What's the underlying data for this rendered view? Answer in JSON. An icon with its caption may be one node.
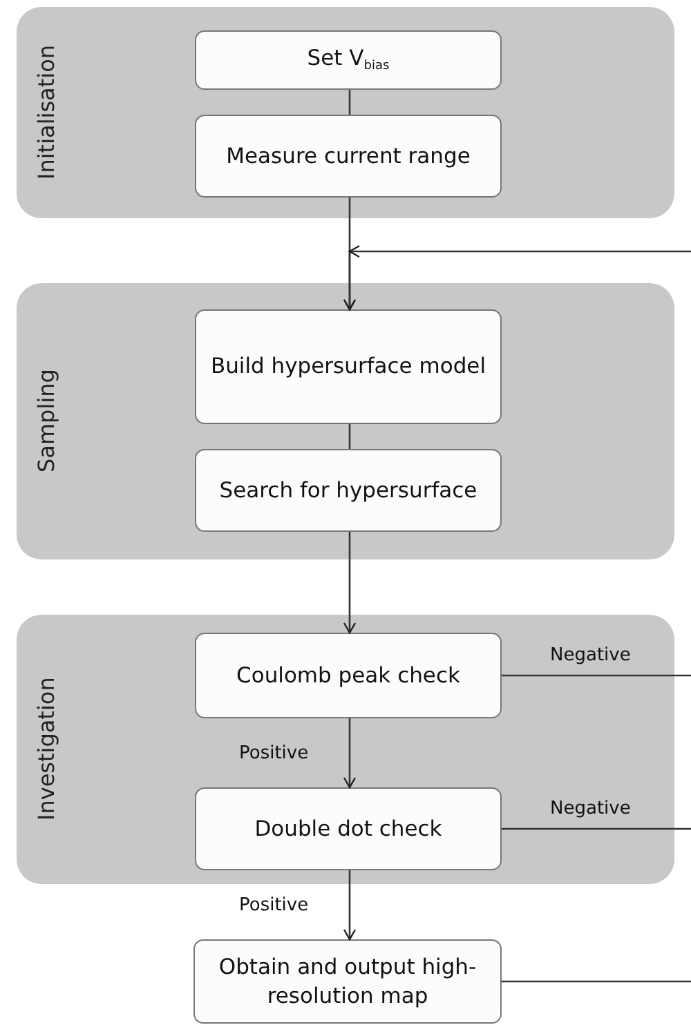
{
  "diagram": {
    "nodes": [
      {
        "text": [
          "Initialisation"
        ]
      },
      {
        "text": [
          "Set V$_{bias}$"
        ],
        "in": 0
      },
      {
        "text": [
          "Measure current range"
        ],
        "in": 0
      },
      {
        "text": [
          "Sampling"
        ]
      },
      {
        "text": [
          "Build hypersurface model"
        ],
        "in": 3
      },
      {
        "text": [
          "Search for hypersurface"
        ],
        "in": 3
      },
      {
        "text": [
          "Investigation"
        ]
      },
      {
        "text": [
          "Coulomb peak check"
        ],
        "in": 6
      },
      {
        "text": [
          "Double dot check"
        ],
        "in": 6
      },
      {
        "text": [
          "Obtain and output high-resolution map"
        ]
      }
    ],
    "edges": [
      {
        "from": 1,
        "to": 2,
        "arrow": "none"
      },
      {
        "from": 2,
        "to": 4,
        "arrow": "to"
      },
      {
        "from": null,
        "to": 4,
        "arrow": "to"
      },
      {
        "from": 4,
        "to": 5,
        "arrow": "none"
      },
      {
        "from": 5,
        "to": 7,
        "arrow": "to"
      },
      {
        "from": 7,
        "to": 8,
        "arrow": "to",
        "label": "Positive"
      },
      {
        "from": 8,
        "to": 9,
        "arrow": "to",
        "label": "Positive"
      },
      {
        "from": 7,
        "to": null,
        "arrow": "none",
        "label": "Negative"
      },
      {
        "from": 8,
        "to": null,
        "arrow": "none",
        "label": "Negative"
      },
      {
        "from": 9,
        "to": null,
        "arrow": "none"
      }
    ]
  }
}
